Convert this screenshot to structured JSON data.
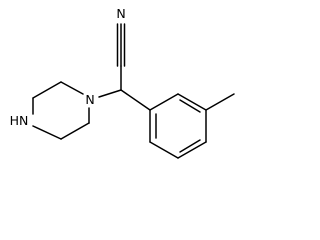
{
  "molecule": {
    "atoms": {
      "nitrile_n": "N",
      "piperazine_n": "N",
      "piperazine_nh": "HN"
    }
  }
}
